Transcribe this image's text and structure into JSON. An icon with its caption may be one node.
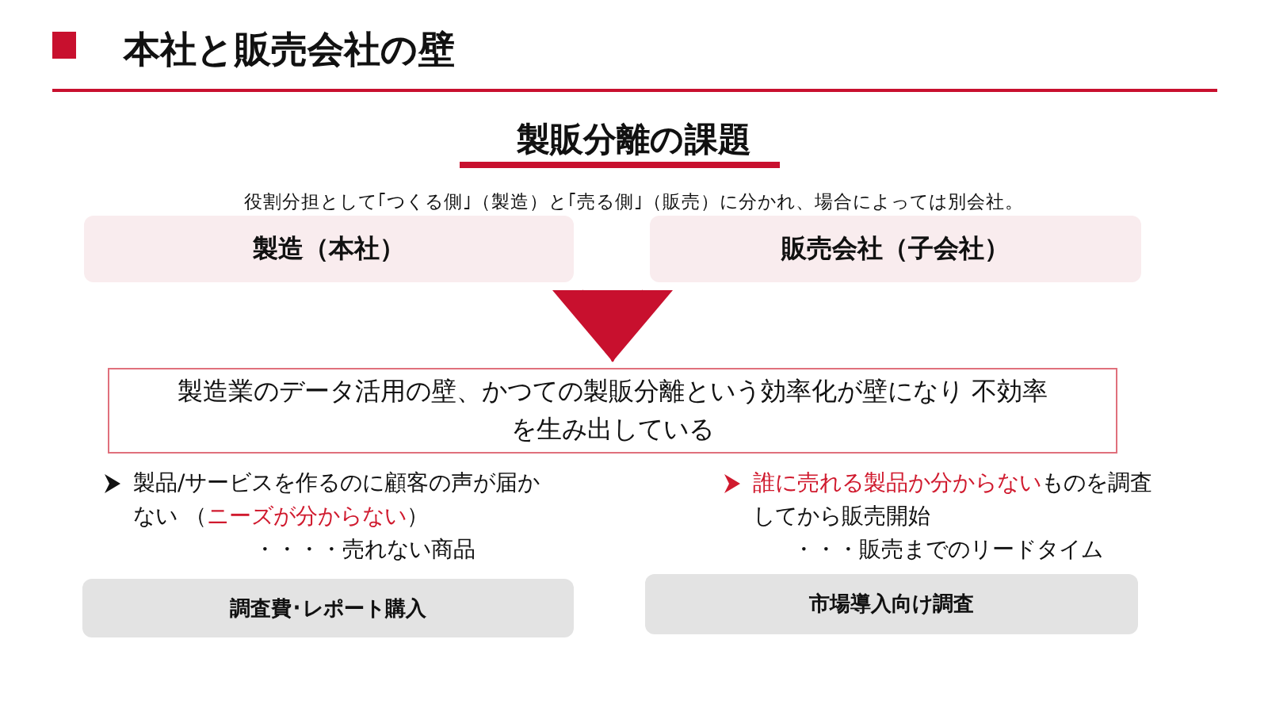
{
  "diagram": {
    "title": "本社と販売会社の壁",
    "nodes": [
      {
        "text": [
          "製造（本社）"
        ]
      },
      {
        "text": [
          "販売会社（子会社）"
        ]
      },
      {
        "text": [
          "製造業のデータ活用の壁、かつての製販分離という効率化が壁になり 不効率を生み出している"
        ]
      },
      {
        "text": [
          "調査費･レポート購入"
        ]
      },
      {
        "text": [
          "市場導入向け調査"
        ]
      }
    ],
    "edges": [
      {
        "from": 0,
        "to": 2,
        "arrow": "to"
      },
      {
        "from": 1,
        "to": 2,
        "arrow": "to"
      }
    ],
    "labels": [
      "製販分離の課題",
      "役割分担として｢つくる側｣（製造）と｢売る側｣（販売）に分かれ、場合によっては別会社。",
      "製品/サービスを作るのに顧客の声が届かない （",
      "ニーズが分からない",
      "）",
      "誰に売れる製品か分からない",
      "ものを調査してから販売開始",
      "・・・・売れない商品",
      "・・・販売までのリードタイム"
    ]
  }
}
